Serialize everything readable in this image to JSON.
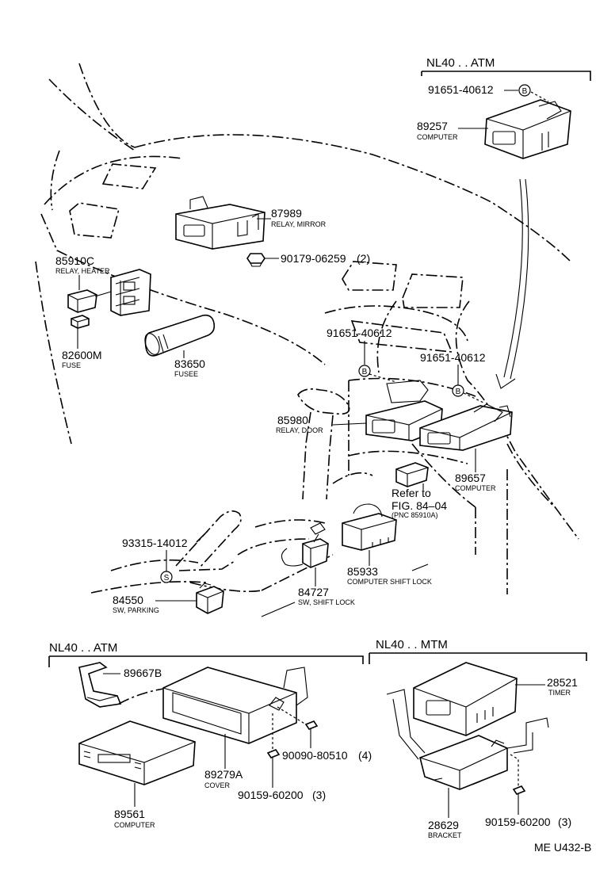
{
  "diagram": {
    "groups": {
      "top_right": "NL40 . . ATM",
      "bottom_left": "NL40 . . ATM",
      "bottom_right": "NL40 . . MTM"
    },
    "parts": {
      "p91651_top": {
        "number": "91651-40612",
        "symbol": "B"
      },
      "p89257": {
        "number": "89257",
        "name": "COMPUTER"
      },
      "p87989": {
        "number": "87989",
        "name": "RELAY, MIRROR"
      },
      "p90179": {
        "number": "90179-06259",
        "qty": "(2)"
      },
      "p85910C": {
        "number": "85910C",
        "name": "RELAY, HEATER"
      },
      "p82600M": {
        "number": "82600M",
        "name": "FUSE"
      },
      "p83650": {
        "number": "83650",
        "name": "FUSEE"
      },
      "p91651_mid1": {
        "number": "91651-40612"
      },
      "p91651_mid2": {
        "number": "91651-40612"
      },
      "p85980": {
        "number": "85980",
        "name": "RELAY, DOOR"
      },
      "p89657": {
        "number": "89657",
        "name": "COMPUTER"
      },
      "p93315": {
        "number": "93315-14012",
        "symbol": "S"
      },
      "p84550": {
        "number": "84550",
        "name": "SW, PARKING"
      },
      "p84727": {
        "number": "84727",
        "name": "SW, SHIFT LOCK"
      },
      "p85933": {
        "number": "85933",
        "name": "COMPUTER SHIFT LOCK"
      },
      "p89667B": {
        "number": "89667B"
      },
      "p89279A": {
        "number": "89279A",
        "name": "COVER"
      },
      "p90090": {
        "number": "90090-80510",
        "qty": "(4)"
      },
      "p90159_left": {
        "number": "90159-60200",
        "qty": "(3)"
      },
      "p89561": {
        "number": "89561",
        "name": "COMPUTER"
      },
      "p28521": {
        "number": "28521",
        "name": "TIMER"
      },
      "p28629": {
        "number": "28629",
        "name": "BRACKET"
      },
      "p90159_right": {
        "number": "90159-60200",
        "qty": "(3)"
      }
    },
    "reference": {
      "line1": "Refer to",
      "line2": "FIG. 84–04",
      "pnc": "(PNC 85910A)"
    },
    "drawing_code": "ME U432-B"
  }
}
